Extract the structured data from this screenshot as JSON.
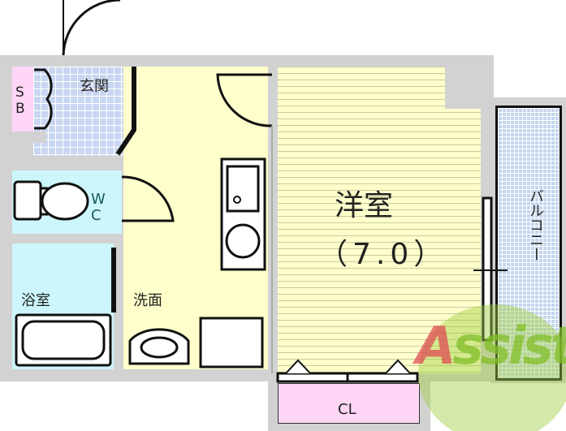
{
  "rooms": {
    "storage_box": "S B",
    "entrance": "玄関",
    "toilet": "W C",
    "bathroom": "浴室",
    "washroom": "洗面",
    "western_room": "洋室",
    "western_room_size": "（7.0）",
    "balcony": "バルコニー",
    "closet": "CL"
  },
  "watermark": "Assist",
  "colors": {
    "wall": "#d2d2d2",
    "floor_yellow": "#ffffcc",
    "storage_pink": "#ffd6f6",
    "wet_area_cyan": "#ccf6fb",
    "tile_blue": "#c9d6f2",
    "logo_green": "#9ccc3c",
    "logo_red": "#e04050"
  }
}
